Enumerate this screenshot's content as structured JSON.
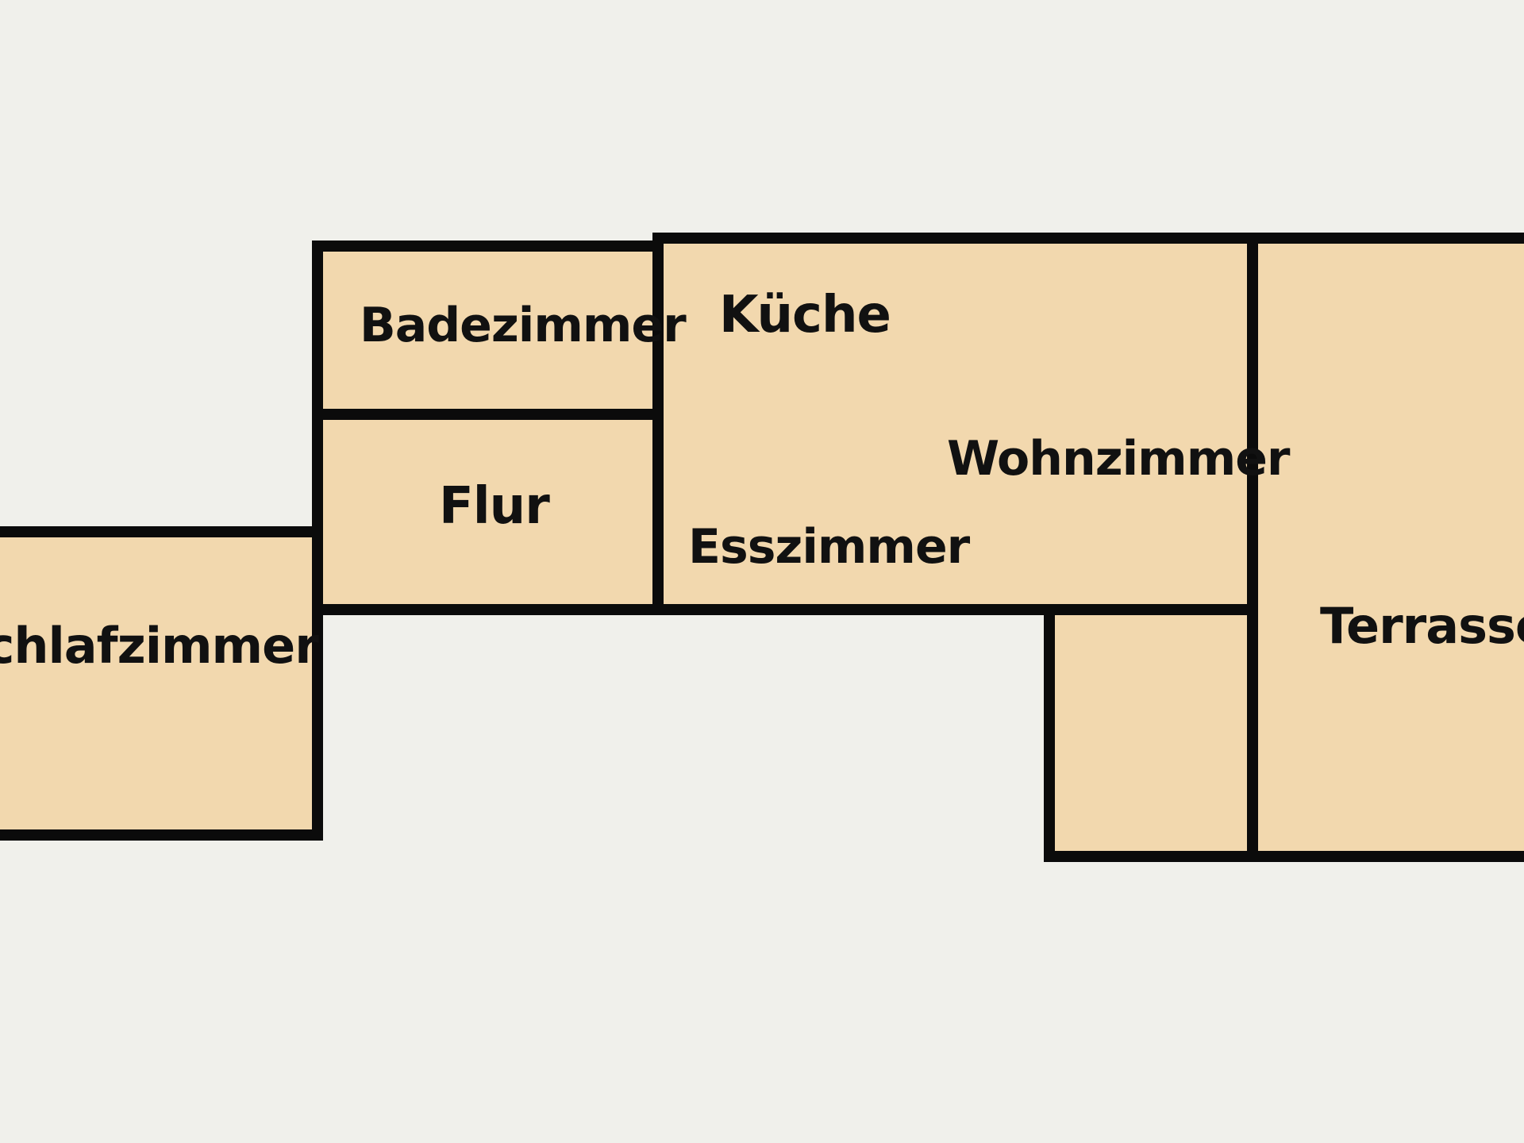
{
  "colors": {
    "background": "#f0f0eb",
    "room_fill": "#f2d8ae",
    "wall": "#0b0b0b",
    "text": "#111111"
  },
  "rooms": {
    "schlafzimmer": {
      "label": "Schlafzimmer"
    },
    "badezimmer": {
      "label": "Badezimmer"
    },
    "flur": {
      "label": "Flur"
    },
    "kueche": {
      "label": "Küche"
    },
    "wohnzimmer": {
      "label": "Wohnzimmer"
    },
    "esszimmer": {
      "label": "Esszimmer"
    },
    "terrasse": {
      "label": "Terrasse"
    },
    "nebenraum": {
      "label": ""
    }
  }
}
